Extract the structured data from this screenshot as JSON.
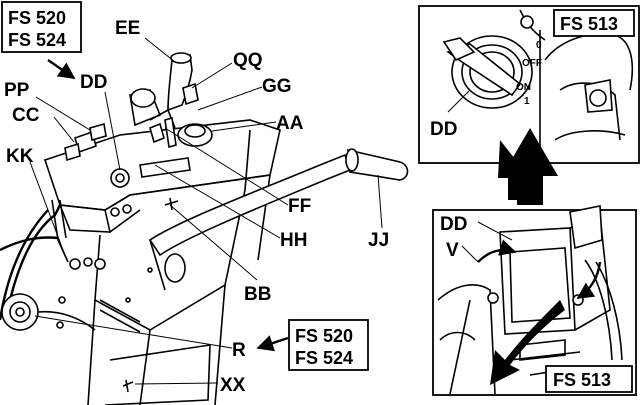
{
  "main_figure": {
    "model_box_top": [
      "FS 520",
      "FS 524"
    ],
    "model_box_bottom": [
      "FS 520",
      "FS 524"
    ],
    "callouts": {
      "EE": "EE",
      "QQ": "QQ",
      "GG": "GG",
      "AA": "AA",
      "DD": "DD",
      "PP": "PP",
      "CC": "CC",
      "KK": "KK",
      "FF": "FF",
      "HH": "HH",
      "JJ": "JJ",
      "BB": "BB",
      "R": "R",
      "XX": "XX"
    }
  },
  "inset_key": {
    "model_label": "FS 513",
    "callout": "DD",
    "switch_off": "OFF",
    "switch_on": "ON",
    "pos_zero": "0",
    "pos_one": "1"
  },
  "inset_panel": {
    "model_label": "FS 513",
    "callout_dd": "DD",
    "callout_v": "V"
  }
}
